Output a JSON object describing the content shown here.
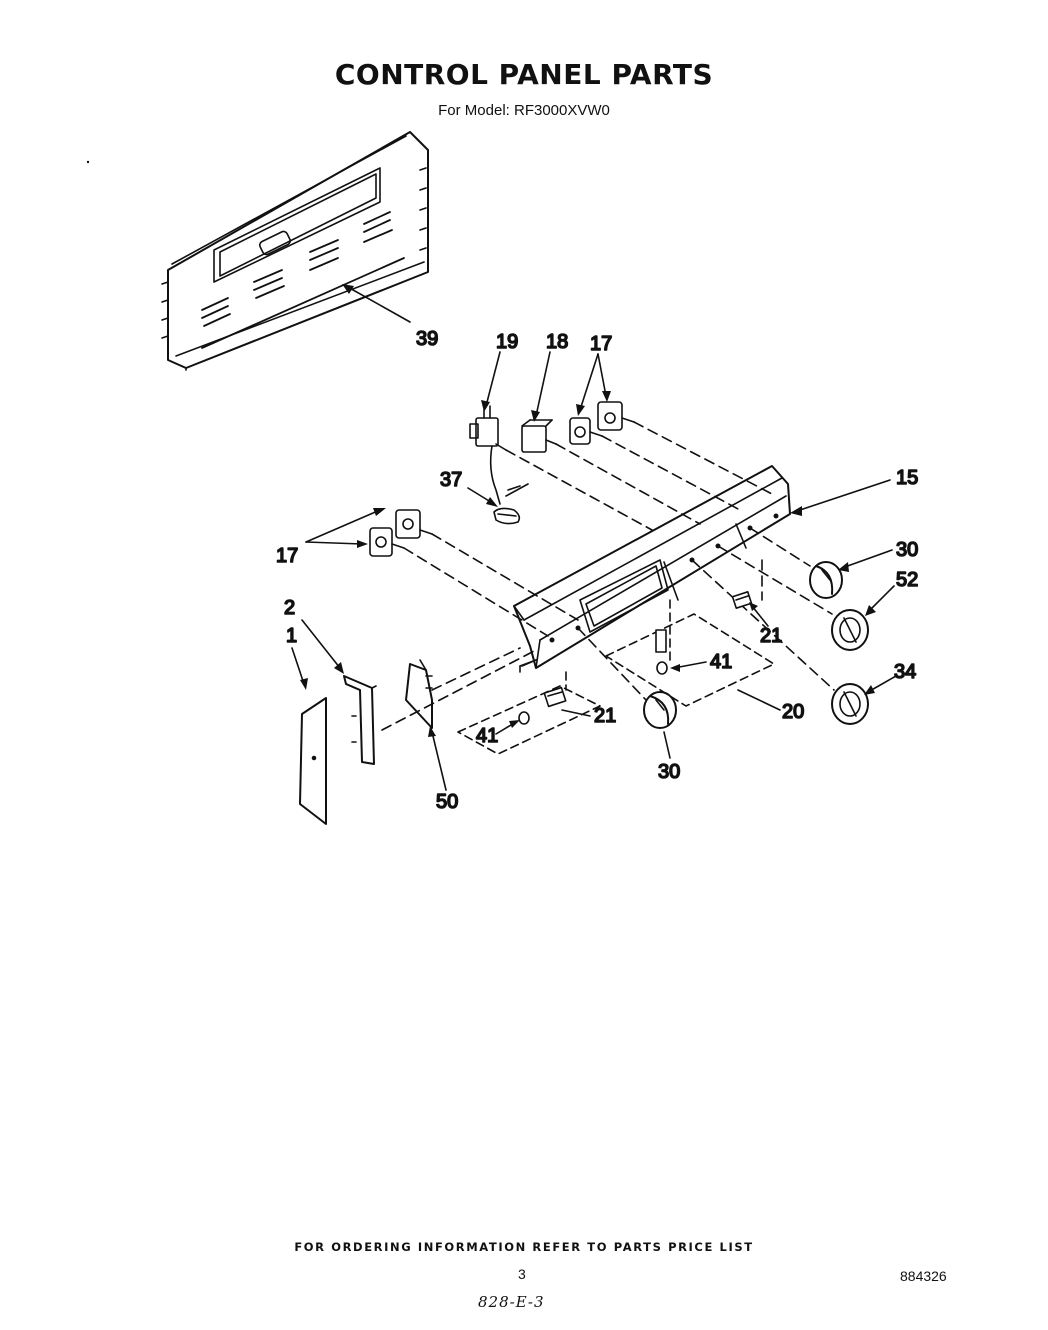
{
  "header": {
    "title": "CONTROL PANEL PARTS",
    "subtitle": "For Model: RF3000XVW0"
  },
  "callouts": {
    "c39": "39",
    "c19": "19",
    "c18": "18",
    "c17_top": "17",
    "c15": "15",
    "c37": "37",
    "c17_left": "17",
    "c30_right": "30",
    "c52": "52",
    "c2": "2",
    "c1": "1",
    "c21_right": "21",
    "c41_right": "41",
    "c34": "34",
    "c20": "20",
    "c41_left": "41",
    "c21_left": "21",
    "c30_bottom": "30",
    "c50": "50"
  },
  "footer": {
    "note": "FOR ORDERING INFORMATION REFER TO PARTS PRICE LIST",
    "page_number": "3",
    "doc_number": "884326",
    "handwritten": "828-E-3"
  }
}
